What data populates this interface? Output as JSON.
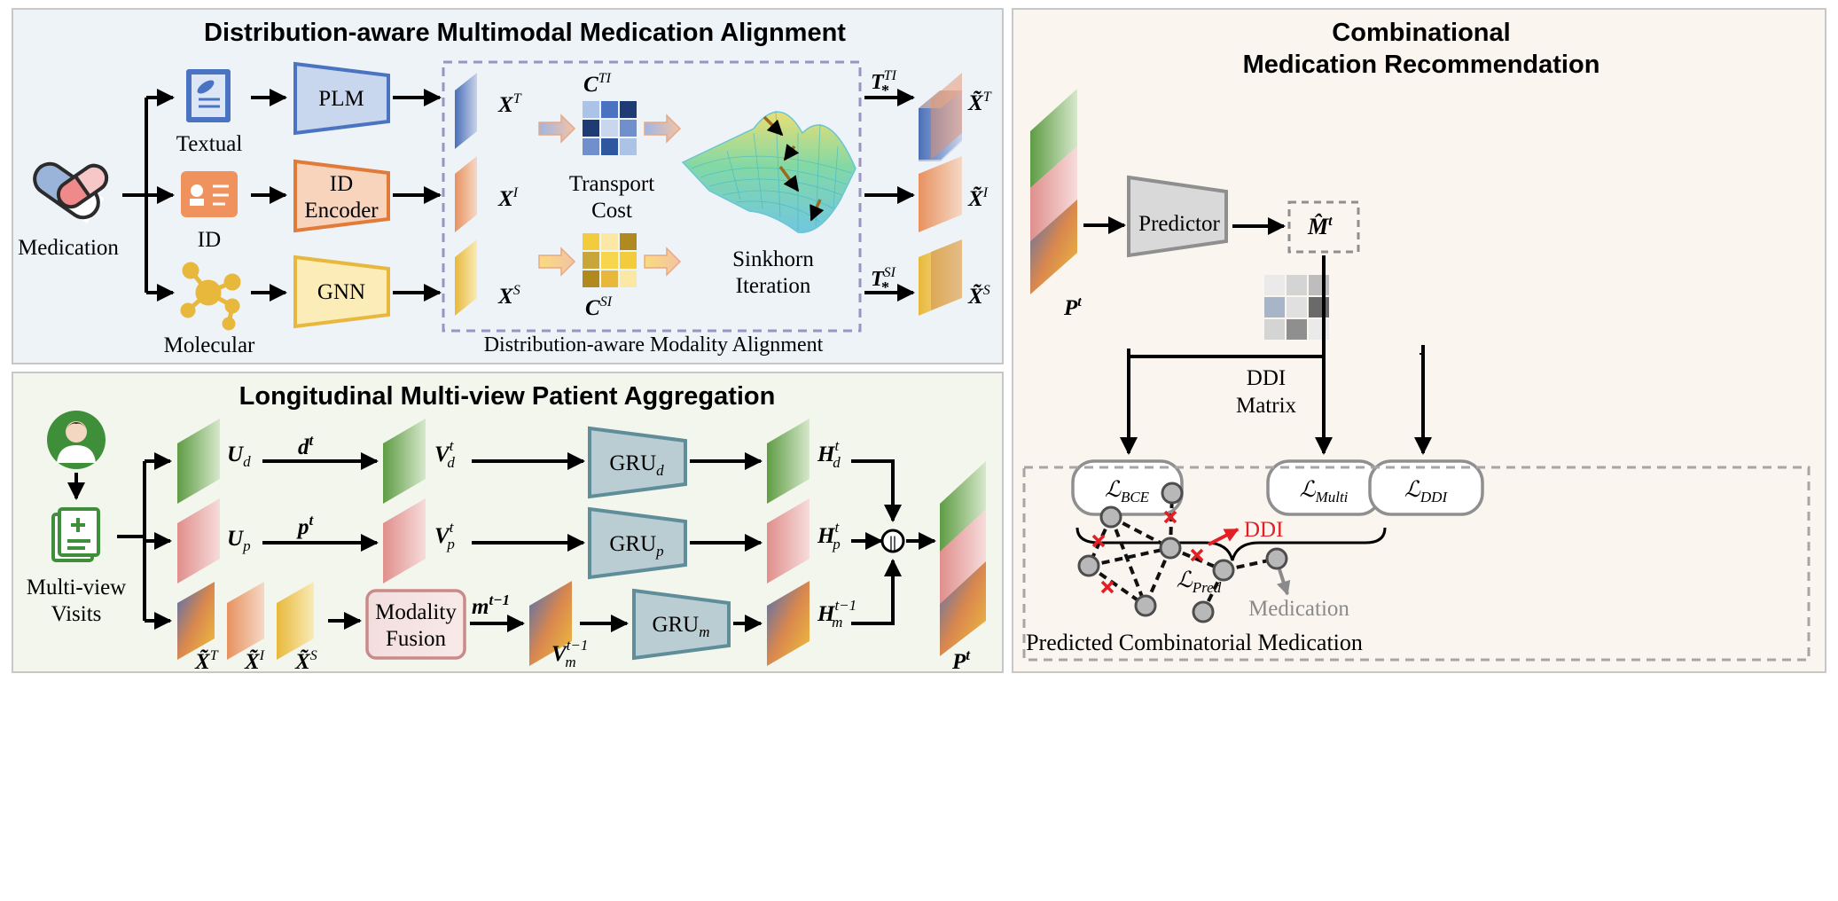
{
  "colors": {
    "panel_align_bg": "#eef3f8",
    "panel_long_bg": "#f2f6ec",
    "panel_comb_bg": "#faf5ef",
    "panel_border": "#c7c7c7",
    "plm": "#4a74c2",
    "id_enc": "#e07b3a",
    "gnn": "#e8b83c",
    "gru": "#5f8d99",
    "predictor": "#8f8f8f",
    "dashed_box": "#9a93c4",
    "green": "#6aa84f",
    "pink": "#e9a3a0",
    "red_mark": "#e31e24",
    "grey_text": "#8a8a8a"
  },
  "align_panel": {
    "title": "Distribution-aware Multimodal Medication Alignment",
    "medication_label": "Medication",
    "textual_label": "Textual",
    "id_label": "ID",
    "molecular_label": "Molecular",
    "plm_label": "PLM",
    "id_encoder_line1": "ID",
    "id_encoder_line2": "Encoder",
    "gnn_label": "GNN",
    "xt": "X",
    "xt_sup": "T",
    "xi": "X",
    "xi_sup": "I",
    "xs": "X",
    "xs_sup": "S",
    "cti": "C",
    "cti_sup": "TI",
    "csi": "C",
    "csi_sup": "SI",
    "transport_line1": "Transport",
    "transport_line2": "Cost",
    "sinkhorn_line1": "Sinkhorn",
    "sinkhorn_line2": "Iteration",
    "tti": "T",
    "tti_sup": "TI",
    "tti_sub": "*",
    "tsi": "T",
    "tsi_sup": "SI",
    "tsi_sub": "*",
    "xt_out": "X̃",
    "xt_out_sup": "T",
    "xi_out": "X̃",
    "xi_out_sup": "I",
    "xs_out": "X̃",
    "xs_out_sup": "S",
    "dam_label": "Distribution-aware Modality Alignment"
  },
  "comb_panel": {
    "title_line1": "Combinational",
    "title_line2": "Medication Recommendation",
    "pt": "P",
    "pt_sup": "t",
    "predictor_label": "Predictor",
    "mhat": "M̂",
    "mhat_sup": "t",
    "ddi_line1": "DDI",
    "ddi_line2": "Matrix",
    "l_bce": "ℒ",
    "l_bce_sub": "BCE",
    "l_multi": "ℒ",
    "l_multi_sub": "Multi",
    "l_ddi": "ℒ",
    "l_ddi_sub": "DDI",
    "l_pred": "ℒ",
    "l_pred_sub": "Pred",
    "graph_ddi_label": "DDI",
    "graph_med_label": "Medication",
    "graph_caption": "Predicted Combinatorial Medication"
  },
  "long_panel": {
    "title": "Longitudinal Multi-view Patient Aggregation",
    "visits_line1": "Multi-view",
    "visits_line2": "Visits",
    "ud": "U",
    "ud_sub": "d",
    "up": "U",
    "up_sub": "p",
    "dt": "d",
    "dt_sup": "t",
    "pt_in": "p",
    "pt_in_sup": "t",
    "vd": "V",
    "vd_sup": "t",
    "vd_sub": "d",
    "vp": "V",
    "vp_sup": "t",
    "vp_sub": "p",
    "gru_d": "GRU",
    "gru_d_sub": "d",
    "gru_p": "GRU",
    "gru_p_sub": "p",
    "gru_m": "GRU",
    "gru_m_sub": "m",
    "hd": "H",
    "hd_sup": "t",
    "hd_sub": "d",
    "hp": "H",
    "hp_sup": "t",
    "hp_sub": "p",
    "hm": "H",
    "hm_sup": "t−1",
    "hm_sub": "m",
    "xt": "X̃",
    "xt_sup": "T",
    "xi": "X̃",
    "xi_sup": "I",
    "xs": "X̃",
    "xs_sup": "S",
    "fusion_line1": "Modality",
    "fusion_line2": "Fusion",
    "mt": "m",
    "mt_sup": "t−1",
    "vm": "V",
    "vm_sup": "t−1",
    "vm_sub": "m",
    "concat_symbol": "||",
    "pt_out": "P",
    "pt_out_sup": "t"
  }
}
